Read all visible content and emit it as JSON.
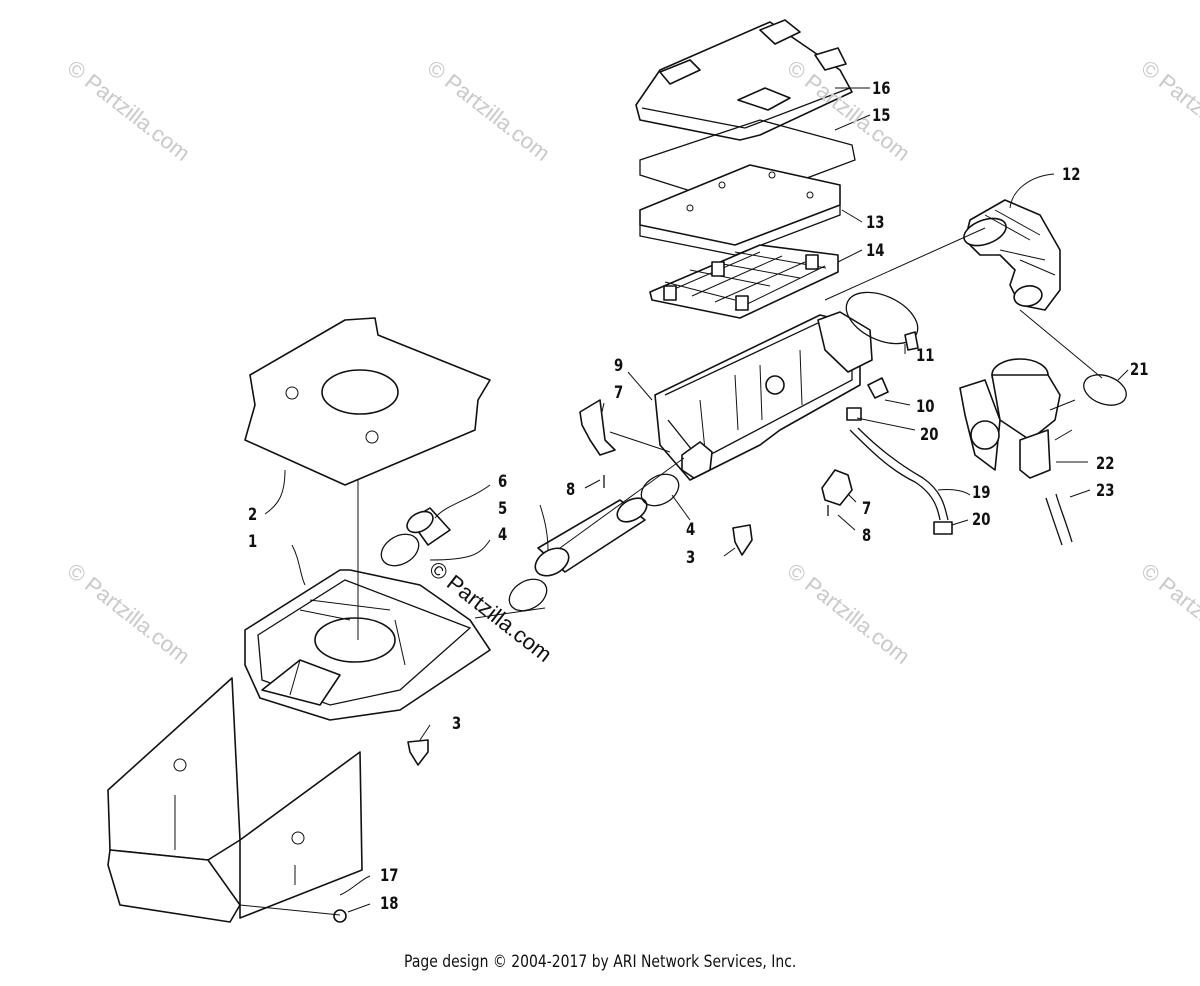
{
  "watermarks": {
    "faint": "© Partzilla.com",
    "center": "© Partzilla.com"
  },
  "callouts": [
    "1",
    "2",
    "3",
    "3",
    "4",
    "4",
    "5",
    "6",
    "7",
    "7",
    "8",
    "8",
    "9",
    "10",
    "11",
    "12",
    "13",
    "14",
    "15",
    "16",
    "17",
    "18",
    "19",
    "20",
    "20",
    "21",
    "22",
    "23"
  ],
  "footer": "Page design © 2004-2017 by ARI Network Services, Inc."
}
